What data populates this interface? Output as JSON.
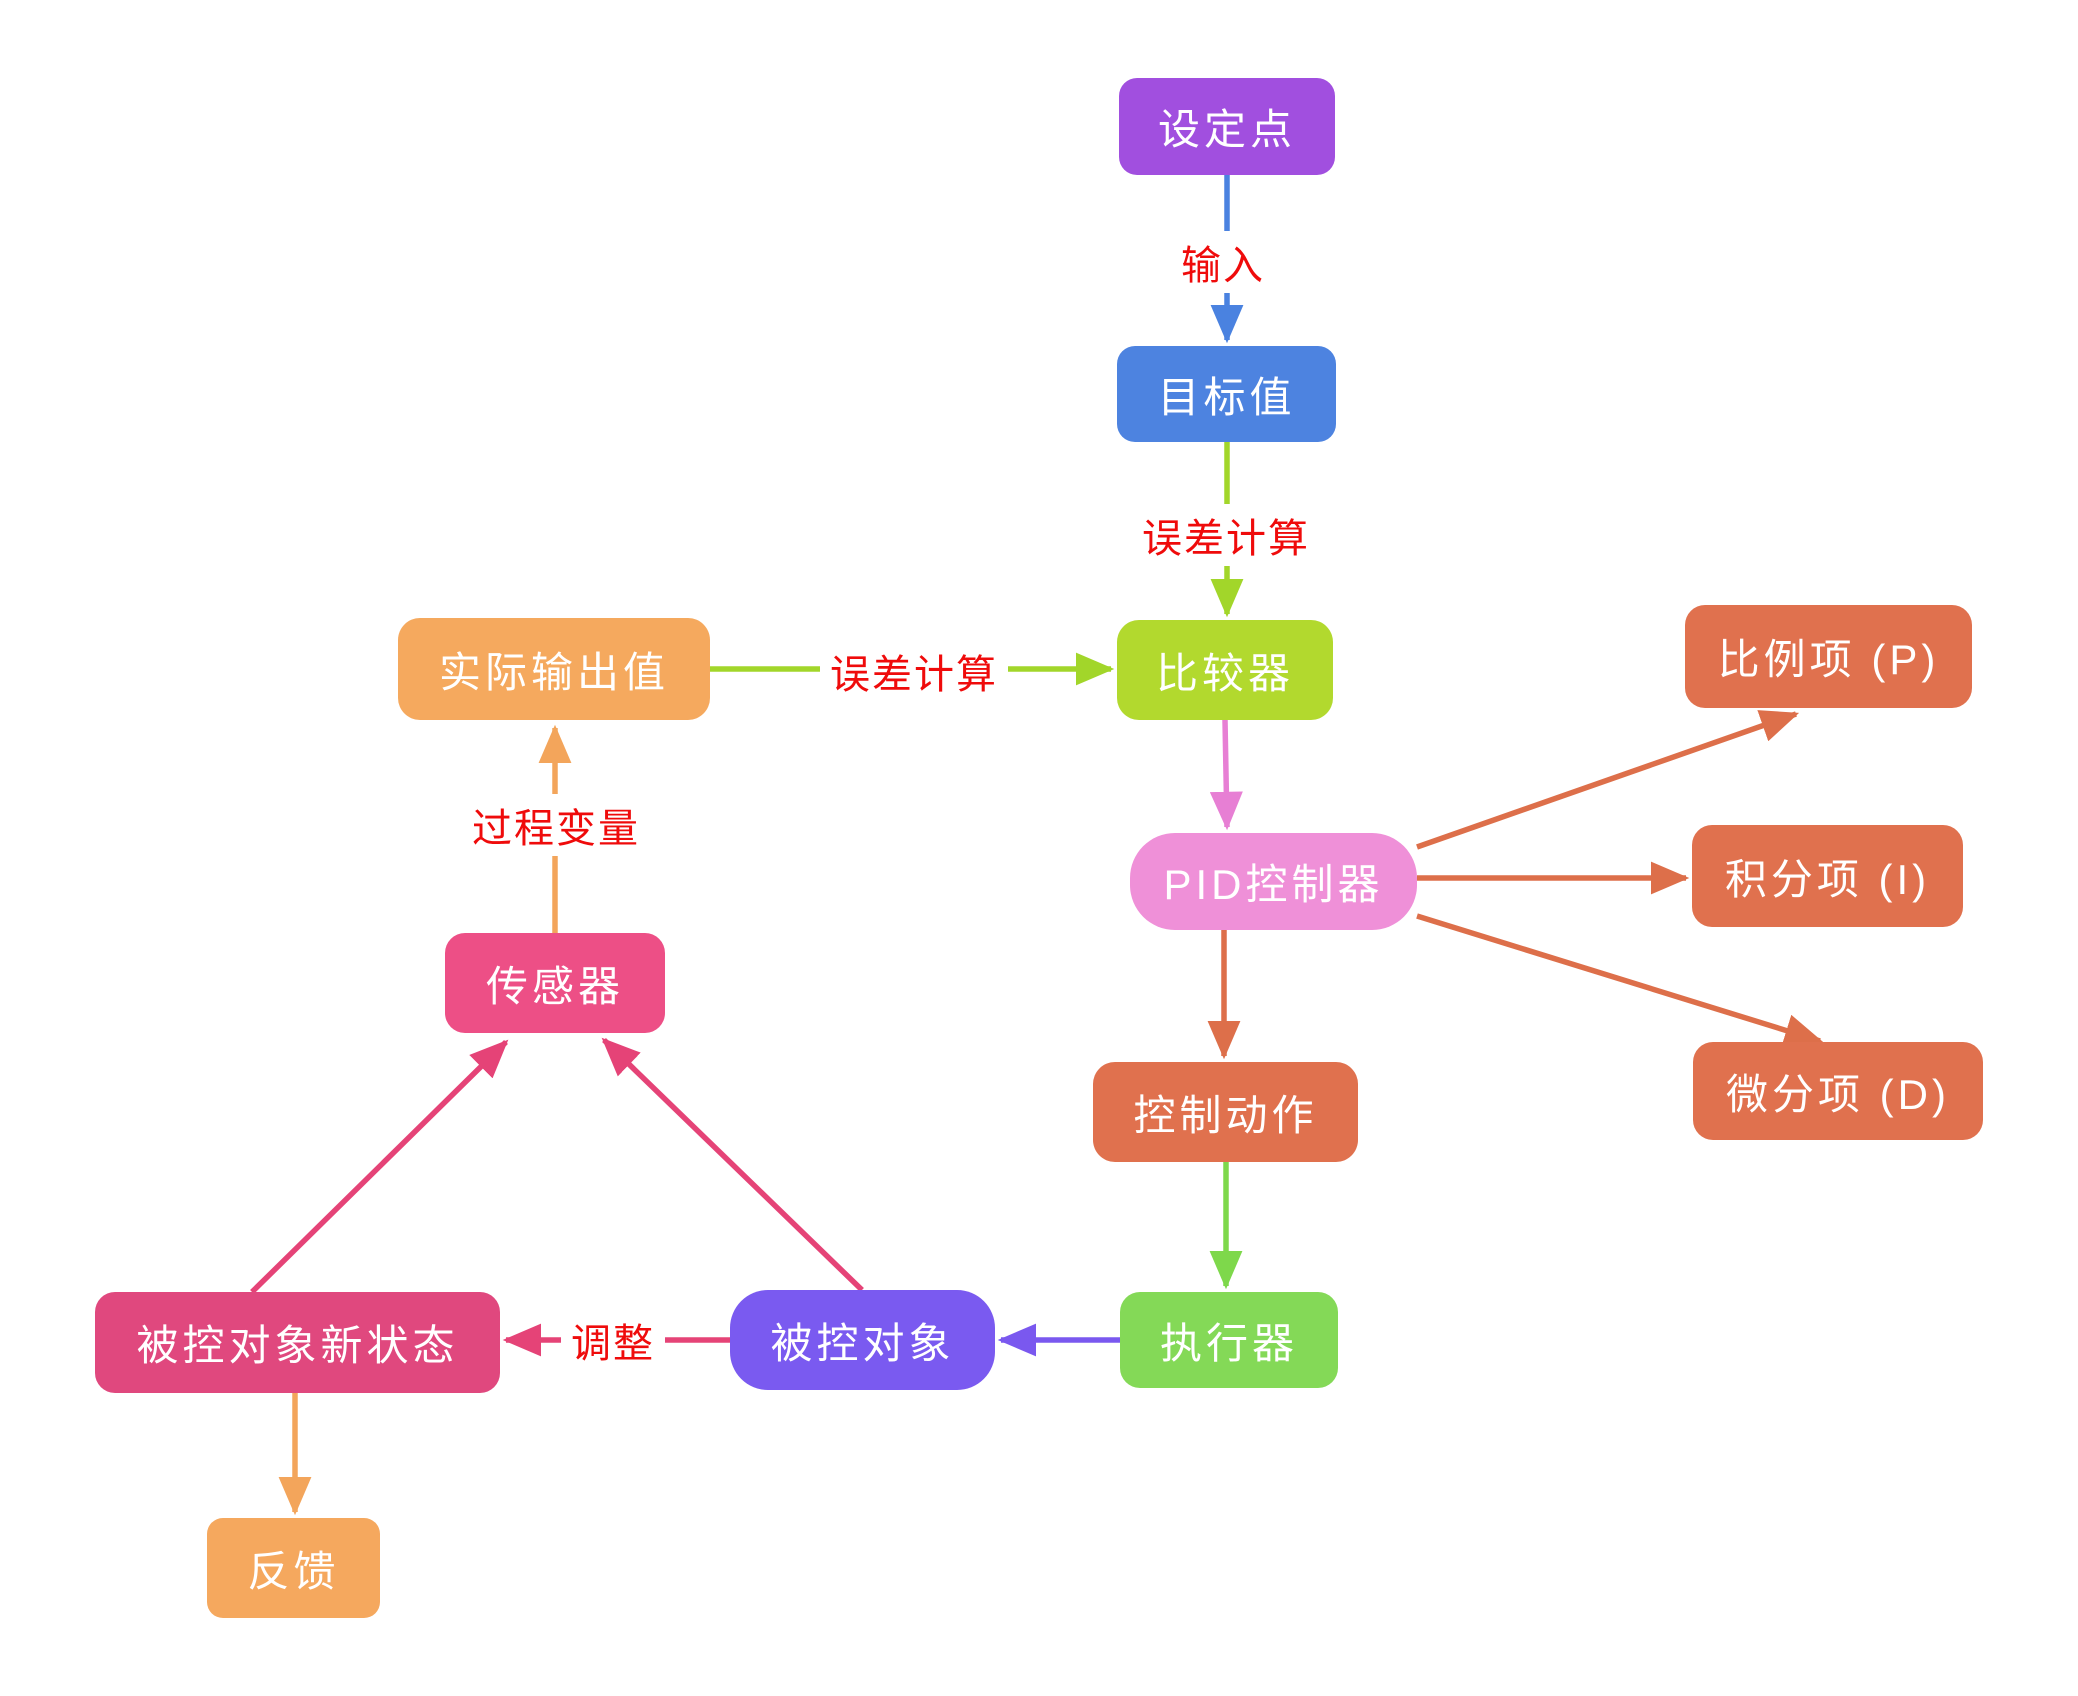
{
  "diagram": {
    "type": "flowchart",
    "background": "#ffffff",
    "edge_label_color": "#ef0b0b",
    "node_text_color": "#ffffff"
  },
  "nodes": {
    "setpoint": {
      "label": "设定点",
      "color": "#a14fdf"
    },
    "target": {
      "label": "目标值",
      "color": "#4d83e0"
    },
    "comparator": {
      "label": "比较器",
      "color": "#b2d92e"
    },
    "actual": {
      "label": "实际输出值",
      "color": "#f5a95e"
    },
    "pid": {
      "label": "PID控制器",
      "color": "#ef90d8"
    },
    "pterm": {
      "label": "比例项 (P)",
      "color": "#e0714e"
    },
    "iterm": {
      "label": "积分项 (I)",
      "color": "#e0714e"
    },
    "dterm": {
      "label": "微分项 (D)",
      "color": "#e0714e"
    },
    "action": {
      "label": "控制动作",
      "color": "#e0714e"
    },
    "actuator": {
      "label": "执行器",
      "color": "#84d957"
    },
    "plant": {
      "label": "被控对象",
      "color": "#7a5af0"
    },
    "newstate": {
      "label": "被控对象新状态",
      "color": "#e0487e"
    },
    "sensor": {
      "label": "传感器",
      "color": "#ed4f86"
    },
    "feedback": {
      "label": "反馈",
      "color": "#f5a85e"
    }
  },
  "edges": [
    {
      "from": "设定点",
      "to": "目标值",
      "label": "输入",
      "color": "#4a82e0"
    },
    {
      "from": "目标值",
      "to": "比较器",
      "label": "误差计算",
      "color": "#a2d62a"
    },
    {
      "from": "实际输出值",
      "to": "比较器",
      "label": "误差计算",
      "color": "#a2d62a"
    },
    {
      "from": "比较器",
      "to": "PID控制器",
      "label": "",
      "color": "#e77fd4"
    },
    {
      "from": "PID控制器",
      "to": "比例项 (P)",
      "label": "",
      "color": "#dd6f4a"
    },
    {
      "from": "PID控制器",
      "to": "积分项 (I)",
      "label": "",
      "color": "#dd6f4a"
    },
    {
      "from": "PID控制器",
      "to": "微分项 (D)",
      "label": "",
      "color": "#dd6f4a"
    },
    {
      "from": "PID控制器",
      "to": "控制动作",
      "label": "",
      "color": "#dd6f4a"
    },
    {
      "from": "控制动作",
      "to": "执行器",
      "label": "",
      "color": "#7ed84b"
    },
    {
      "from": "执行器",
      "to": "被控对象",
      "label": "",
      "color": "#7a58ef"
    },
    {
      "from": "被控对象",
      "to": "被控对象新状态",
      "label": "调整",
      "color": "#e54377"
    },
    {
      "from": "被控对象",
      "to": "传感器",
      "label": "",
      "color": "#e54377"
    },
    {
      "from": "被控对象新状态",
      "to": "传感器",
      "label": "",
      "color": "#e54377"
    },
    {
      "from": "被控对象新状态",
      "to": "反馈",
      "label": "",
      "color": "#f3a55b"
    },
    {
      "from": "传感器",
      "to": "实际输出值",
      "label": "过程变量",
      "color": "#f3a55b"
    }
  ]
}
